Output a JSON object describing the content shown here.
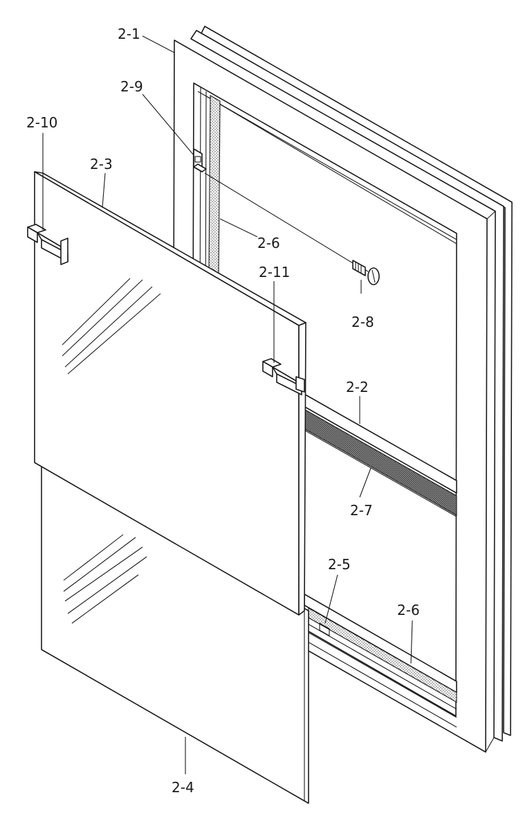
{
  "labels": {
    "frame": "2-1",
    "sash_rail": "2-2",
    "upper_glass": "2-3",
    "lower_glass": "2-4",
    "bottom_track": "2-5",
    "seal_top": "2-6",
    "seal_bottom": "2-6",
    "seal_rail": "2-7",
    "screw": "2-8",
    "bracket": "2-9",
    "clip_left": "2-10",
    "clip_right": "2-11"
  },
  "colors": {
    "line": "#1a1a1a",
    "background": "#ffffff",
    "seal_stipple": "#555555"
  }
}
